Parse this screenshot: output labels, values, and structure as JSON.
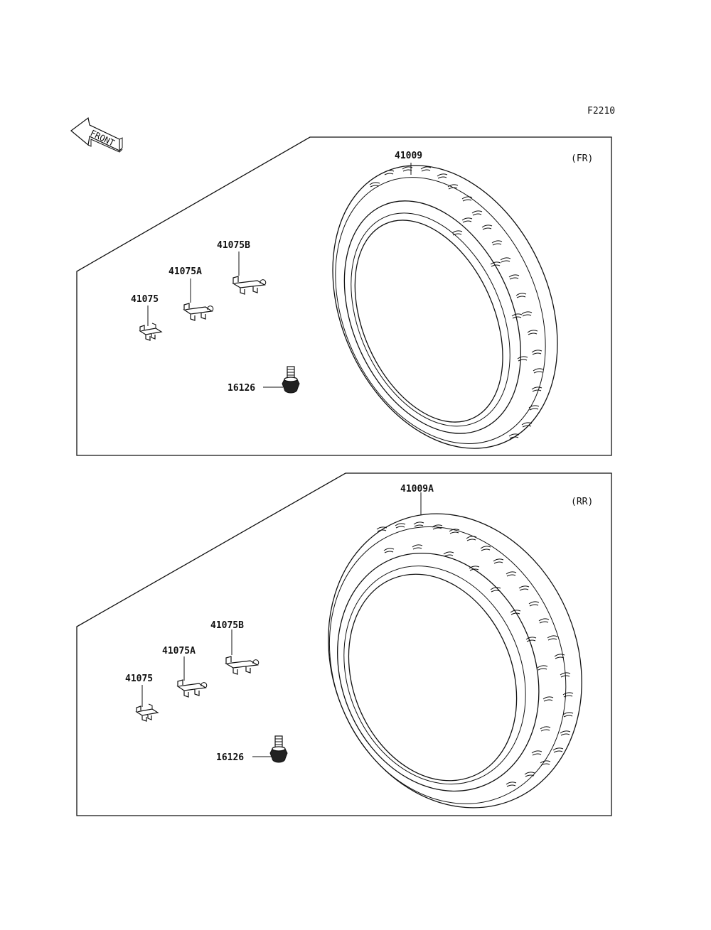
{
  "figure_code": "F2210",
  "front_arrow_label": "FRONT",
  "panels": [
    {
      "id": "front",
      "position_label": "(FR)",
      "parts": {
        "tire": "41009",
        "weight": "41075",
        "weight_a": "41075A",
        "weight_b": "41075B",
        "valve": "16126"
      }
    },
    {
      "id": "rear",
      "position_label": "(RR)",
      "parts": {
        "tire": "41009A",
        "weight": "41075",
        "weight_a": "41075A",
        "weight_b": "41075B",
        "valve": "16126"
      }
    }
  ]
}
